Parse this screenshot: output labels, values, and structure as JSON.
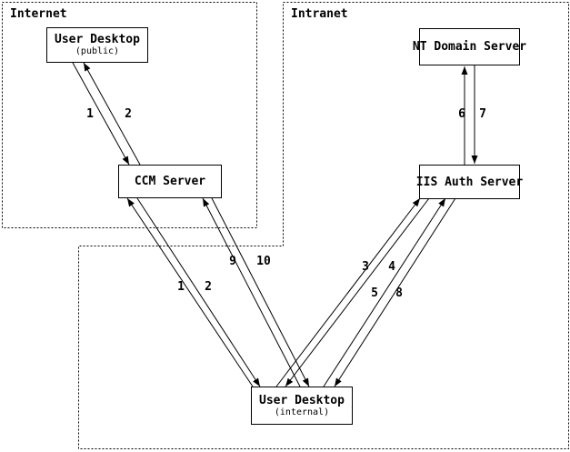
{
  "diagram": {
    "zones": {
      "internet": {
        "label": "Internet"
      },
      "intranet": {
        "label": "Intranet"
      }
    },
    "nodes": {
      "user_desktop_public": {
        "title": "User Desktop",
        "subtitle": "(public)"
      },
      "ccm_server": {
        "title": "CCM Server"
      },
      "nt_domain_server": {
        "title": "NT Domain Server"
      },
      "iis_auth_server": {
        "title": "IIS Auth Server"
      },
      "user_desktop_internal": {
        "title": "User Desktop",
        "subtitle": "(internal)"
      }
    },
    "edge_labels": {
      "public_ccm": {
        "request": "1",
        "response": "2"
      },
      "internal_ccm_a": {
        "request": "1",
        "response": "2"
      },
      "internal_ccm_b": {
        "request": "9",
        "response": "10"
      },
      "internal_iis_a": {
        "request": "3",
        "response": "4"
      },
      "internal_iis_b": {
        "request": "5",
        "response": "8"
      },
      "iis_nt": {
        "request": "6",
        "response": "7"
      }
    },
    "colors": {
      "line": "#000000",
      "background": "#ffffff"
    }
  }
}
